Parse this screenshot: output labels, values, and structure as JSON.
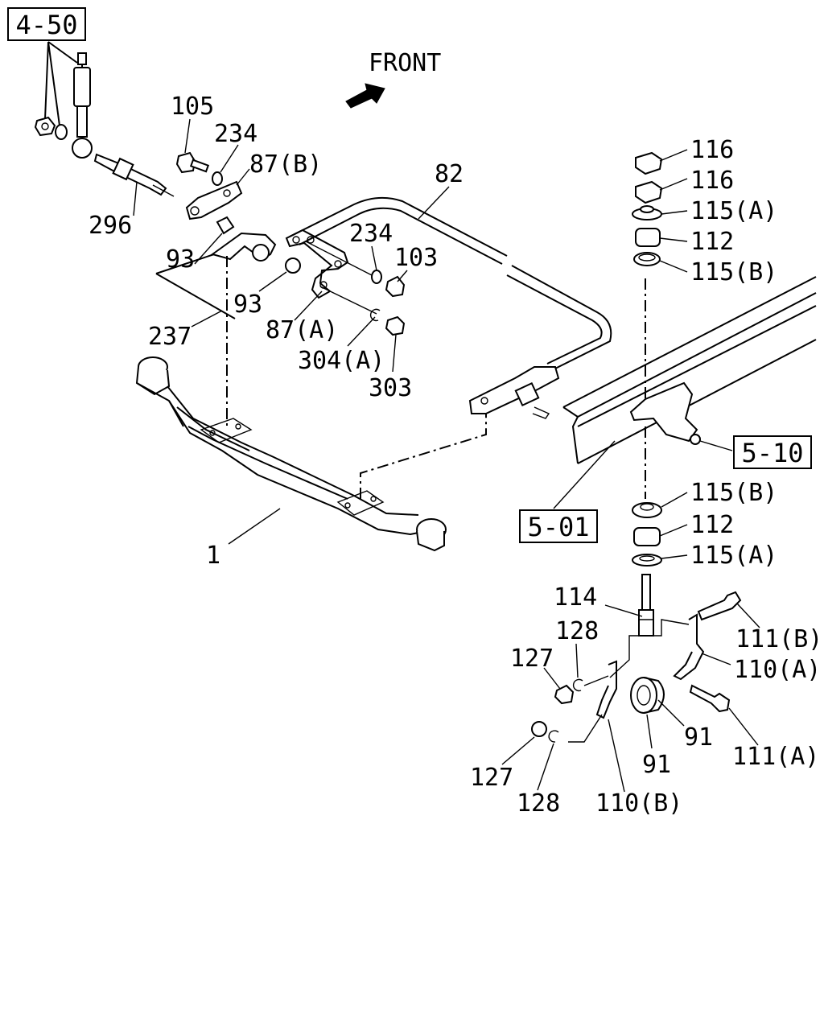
{
  "direction_label": "FRONT",
  "references": [
    "4-50",
    "5-10",
    "5-01"
  ],
  "labels": {
    "l105": "105",
    "l234a": "234",
    "l87b": "87(B)",
    "l296": "296",
    "l82": "82",
    "l93a": "93",
    "l234b": "234",
    "l103": "103",
    "l93b": "93",
    "l87a": "87(A)",
    "l237": "237",
    "l304a": "304(A)",
    "l303": "303",
    "l1": "1",
    "l116a": "116",
    "l116b": "116",
    "l115a_top": "115(A)",
    "l112_top": "112",
    "l115b_top": "115(B)",
    "l115b_bot": "115(B)",
    "l112_bot": "112",
    "l115a_bot": "115(A)",
    "l114": "114",
    "l128a": "128",
    "l127a": "127",
    "l111b": "111(B)",
    "l110a": "110(A)",
    "l91a": "91",
    "l111a": "111(A)",
    "l91b": "91",
    "l127b": "127",
    "l128b": "128",
    "l110b": "110(B)"
  }
}
